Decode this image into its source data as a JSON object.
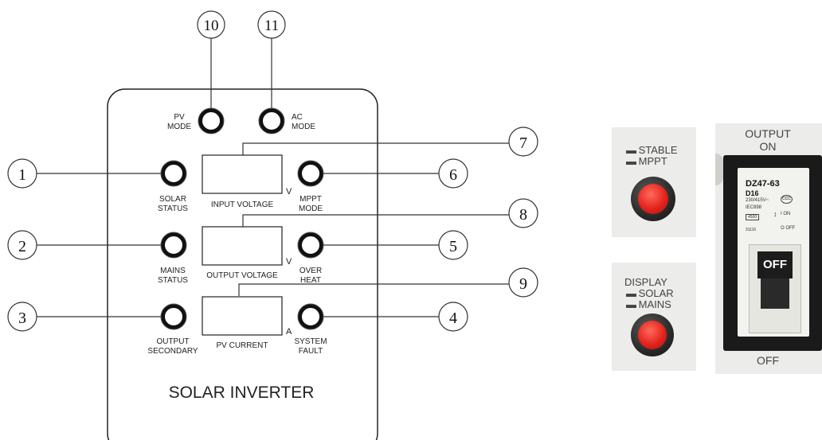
{
  "callouts": [
    "10",
    "11",
    "7",
    "1",
    "6",
    "8",
    "2",
    "5",
    "9",
    "3",
    "4"
  ],
  "indicators": {
    "pv_mode": [
      "PV",
      "MODE"
    ],
    "ac_mode": [
      "AC",
      "MODE"
    ],
    "solar_status": [
      "SOLAR",
      "STATUS"
    ],
    "mppt_mode": [
      "MPPT",
      "MODE"
    ],
    "mains_status": [
      "MAINS",
      "STATUS"
    ],
    "over_heat": [
      "OVER",
      "HEAT"
    ],
    "output_secondary": [
      "OUTPUT",
      "SECONDARY"
    ],
    "system_fault": [
      "SYSTEM",
      "FAULT"
    ]
  },
  "displays": {
    "input_voltage": {
      "label": "INPUT VOLTAGE",
      "unit": "V"
    },
    "output_voltage": {
      "label": "OUTPUT  VOLTAGE",
      "unit": "V"
    },
    "pv_current": {
      "label": "PV  CURRENT",
      "unit": "A"
    }
  },
  "panel_title": "SOLAR  INVERTER",
  "photos": {
    "stable_mppt": [
      "STABLE",
      "MPPT"
    ],
    "display_switch": [
      "DISPLAY",
      "SOLAR",
      "MAINS"
    ],
    "breaker": {
      "top": [
        "OUTPUT",
        "ON"
      ],
      "bottom": "OFF",
      "model": "DZ47-63",
      "rating": "D16",
      "spec_lines": [
        "230/415V~",
        "IEC898"
      ],
      "code": "4500",
      "serial": "31116",
      "on_label": "I ON",
      "off_label": "O OFF",
      "toggle": "OFF"
    }
  },
  "colors": {
    "button_red": "#e4241c",
    "breaker_black": "#1a1a1a",
    "panel_bg": "#ececea"
  }
}
